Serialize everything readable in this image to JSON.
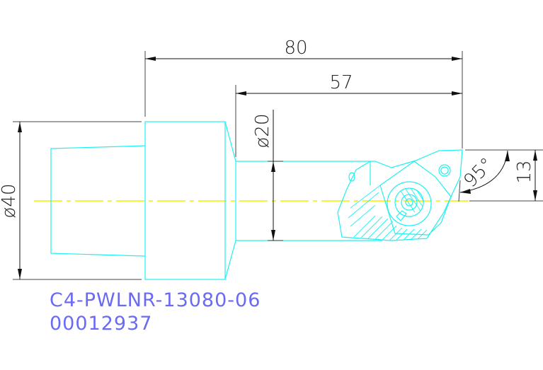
{
  "dimensions": {
    "overall_length": "80",
    "neck_length": "57",
    "shank_diameter": "ø40",
    "neck_diameter": "ø20",
    "cutting_height": "13",
    "lead_angle": "95°"
  },
  "labels": {
    "part_number": "C4-PWLNR-13080-06",
    "item_code": "00012937"
  },
  "colors": {
    "outline": "#22f0f0",
    "centerline": "#f0f000",
    "dimension": "#111111",
    "label_text": "#6a6af2"
  }
}
